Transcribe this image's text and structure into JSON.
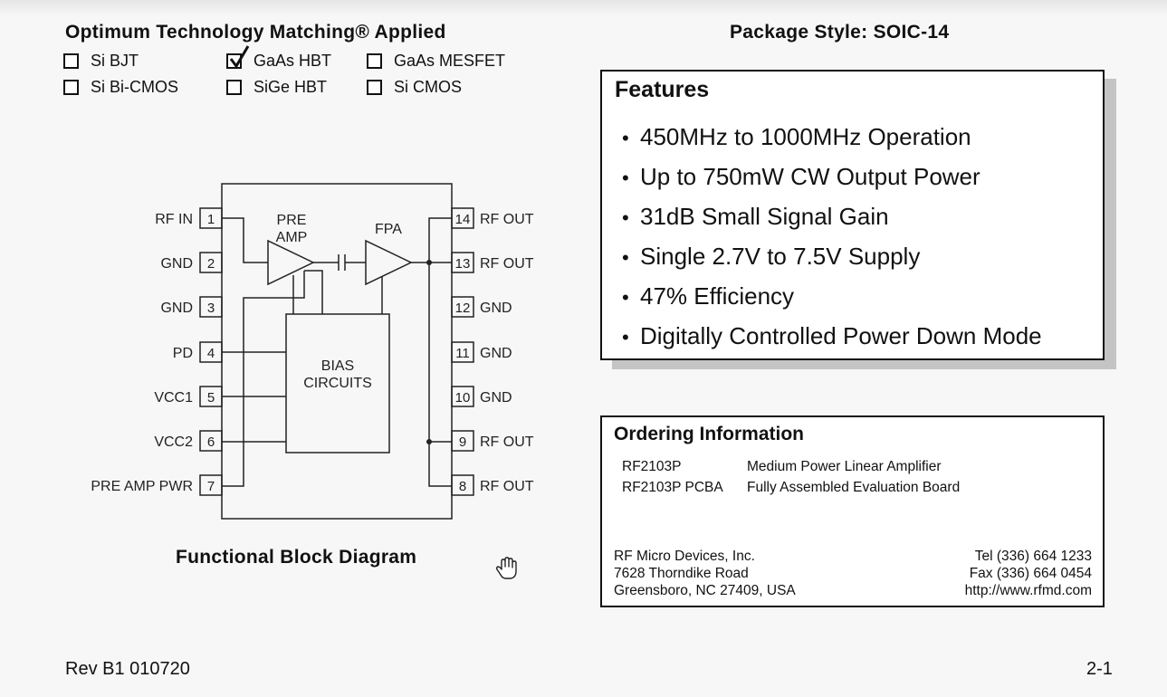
{
  "header": {
    "otm_title": "Optimum Technology Matching® Applied",
    "package_title": "Package Style: SOIC-14"
  },
  "technologies": [
    {
      "label": "Si BJT",
      "checked": false
    },
    {
      "label": "GaAs HBT",
      "checked": true
    },
    {
      "label": "GaAs MESFET",
      "checked": false
    },
    {
      "label": "Si Bi-CMOS",
      "checked": false
    },
    {
      "label": "SiGe HBT",
      "checked": false
    },
    {
      "label": "Si CMOS",
      "checked": false
    }
  ],
  "features": {
    "title": "Features",
    "items": [
      "450MHz to 1000MHz Operation",
      "Up to 750mW CW Output Power",
      "31dB Small Signal Gain",
      "Single 2.7V to 7.5V Supply",
      "47% Efficiency",
      "Digitally Controlled Power Down Mode"
    ]
  },
  "ordering": {
    "title": "Ordering Information",
    "parts": [
      {
        "part": "RF2103P",
        "description": "Medium Power Linear Amplifier"
      },
      {
        "part": "RF2103P PCBA",
        "description": "Fully Assembled Evaluation Board"
      }
    ],
    "company": [
      "RF Micro Devices, Inc.",
      "7628 Thorndike Road",
      "Greensboro, NC 27409, USA"
    ],
    "contact": [
      "Tel (336) 664 1233",
      "Fax (336) 664 0454",
      "http://www.rfmd.com"
    ]
  },
  "diagram": {
    "caption": "Functional Block Diagram",
    "left_pins": [
      {
        "num": "1",
        "name": "RF IN"
      },
      {
        "num": "2",
        "name": "GND"
      },
      {
        "num": "3",
        "name": "GND"
      },
      {
        "num": "4",
        "name": "PD"
      },
      {
        "num": "5",
        "name": "VCC1"
      },
      {
        "num": "6",
        "name": "VCC2"
      },
      {
        "num": "7",
        "name": "PRE AMP PWR"
      }
    ],
    "right_pins": [
      {
        "num": "14",
        "name": "RF OUT"
      },
      {
        "num": "13",
        "name": "RF OUT"
      },
      {
        "num": "12",
        "name": "GND"
      },
      {
        "num": "11",
        "name": "GND"
      },
      {
        "num": "10",
        "name": "GND"
      },
      {
        "num": "9",
        "name": "RF OUT"
      },
      {
        "num": "8",
        "name": "RF OUT"
      }
    ],
    "preamp_label_1": "PRE",
    "preamp_label_2": "AMP",
    "fpa_label": "FPA",
    "bias_label_1": "BIAS",
    "bias_label_2": "CIRCUITS"
  },
  "footer": {
    "revision": "Rev B1 010720",
    "page": "2-1"
  }
}
